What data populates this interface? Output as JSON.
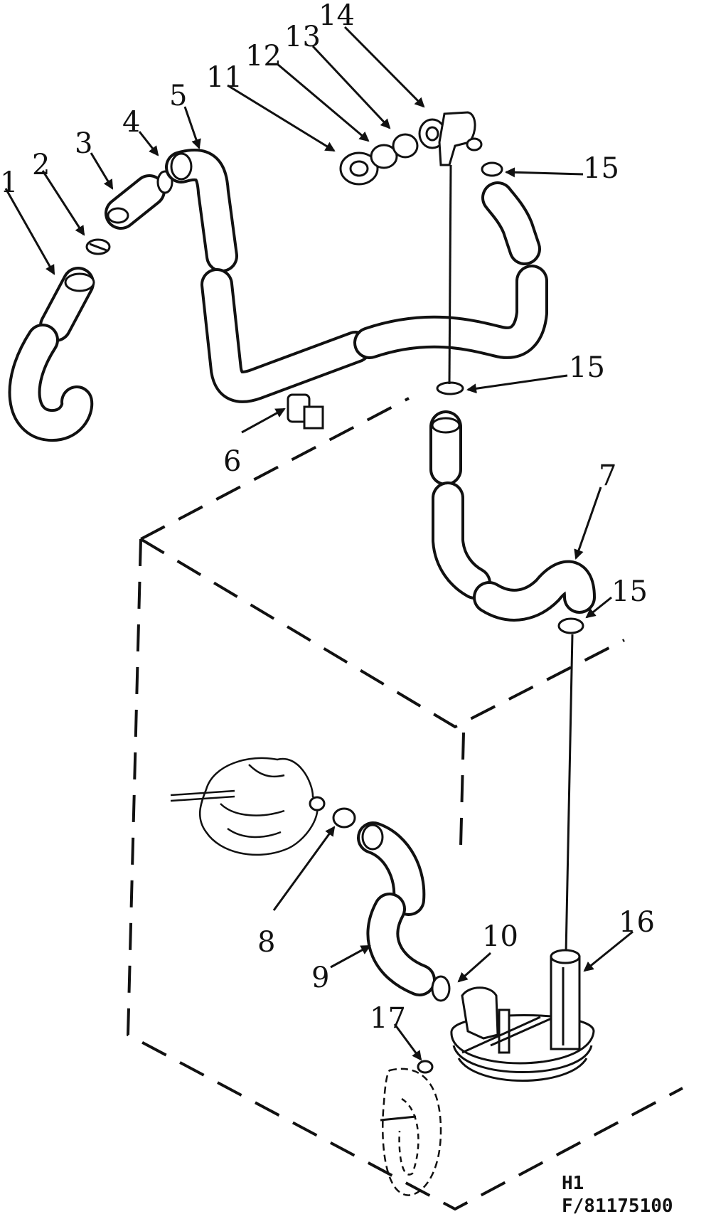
{
  "callouts": {
    "c1": "1",
    "c2": "2",
    "c3": "3",
    "c4": "4",
    "c5": "5",
    "c6": "6",
    "c7": "7",
    "c8": "8",
    "c9": "9",
    "c10": "10",
    "c11": "11",
    "c12": "12",
    "c13": "13",
    "c14": "14",
    "c15a": "15",
    "c15b": "15",
    "c15c": "15",
    "c16": "16",
    "c17": "17"
  },
  "footer": {
    "line1": "H1",
    "line2": "F/81175100"
  }
}
